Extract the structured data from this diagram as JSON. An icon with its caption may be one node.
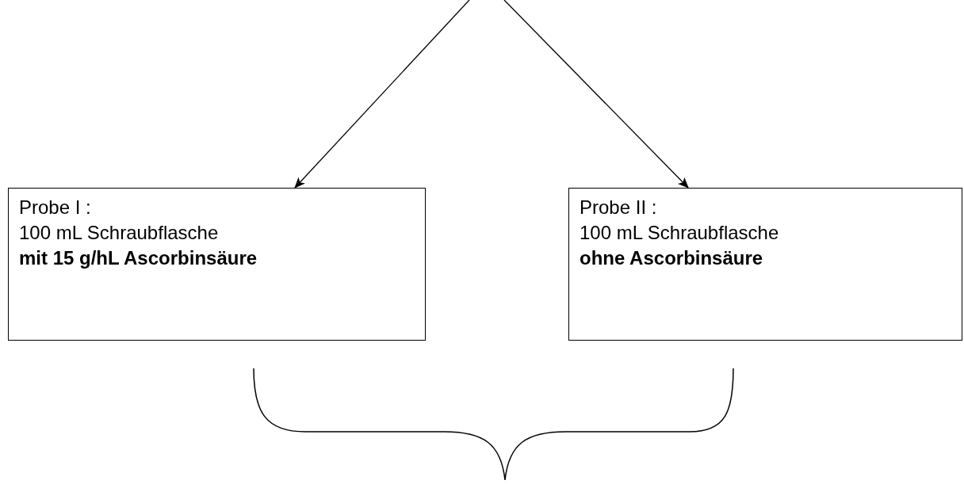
{
  "diagram": {
    "nodes": [
      {
        "text": [
          "Probe I :",
          "100 mL Schraubflasche",
          "mit 15 g/hL Ascorbinsäure"
        ]
      },
      {
        "text": [
          "Probe II :",
          "100 mL Schraubflasche",
          "ohne Ascorbinsäure"
        ]
      }
    ],
    "edges": [
      {
        "from": null,
        "to": 0,
        "arrow": "to"
      },
      {
        "from": null,
        "to": 1,
        "arrow": "to"
      }
    ]
  }
}
